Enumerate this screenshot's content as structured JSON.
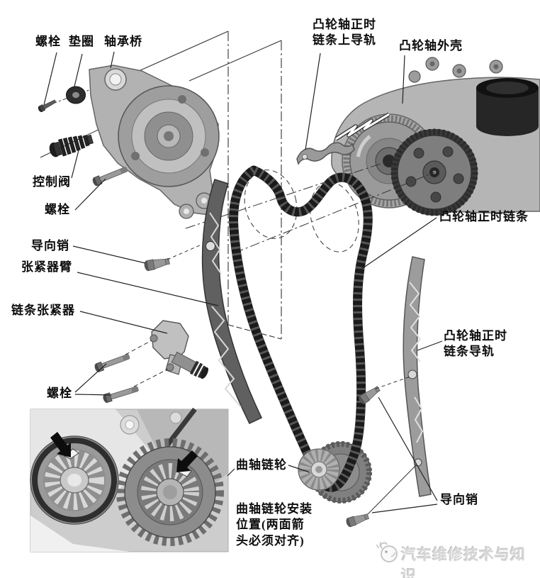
{
  "figure": {
    "labels": {
      "bolt_top": "螺栓",
      "washer": "垫圈",
      "bearing_bridge": "轴承桥",
      "upper_chain_guide": "凸轮轴正时\n链条上导轨",
      "camshaft_housing": "凸轮轴外壳",
      "control_valve": "控制阀",
      "bolt_mid": "螺栓",
      "guide_pin_left": "导向销",
      "tensioner_arm": "张紧器臂",
      "chain_tensioner": "链条张紧器",
      "bolt_bottom": "螺栓",
      "timing_chain": "凸轮轴正时链条",
      "chain_guide_rail": "凸轮轴正时\n链条导轨",
      "crank_sprocket": "曲轴链轮",
      "crank_sprocket_note": "曲轴链轮安装\n位置(两面箭\n头必须对齐)",
      "guide_pin_right": "导向销"
    },
    "watermark": "汽车维修技术与知识",
    "colors": {
      "ink": "#0d0d0d",
      "metal_light": "#b5b5b5",
      "metal_dark": "#2e2e2e",
      "chain": "#1b1b1b",
      "watermark_gray": "#d6d6d6",
      "background": "#ffffff"
    }
  }
}
